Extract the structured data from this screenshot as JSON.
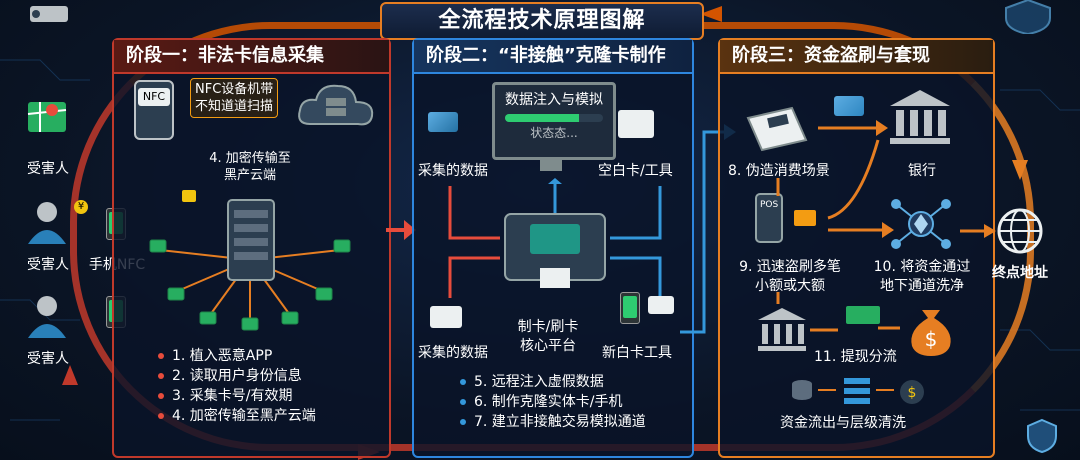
{
  "title": "全流程技术原理图解",
  "victims": [
    {
      "label": "受害人"
    },
    {
      "label": "受害人"
    },
    {
      "label": "手机NFC"
    },
    {
      "label": "受害人"
    }
  ],
  "stage1": {
    "title": "阶段一：非法卡信息采集",
    "nfc_badge": "NFC",
    "nfc_note_line1": "NFC设备机带",
    "nfc_note_line2": "不知道道扫描",
    "cloud_label_line1": "4. 加密传输至",
    "cloud_label_line2": "黑产云端",
    "steps": [
      "1. 植入恶意APP",
      "2. 读取用户身份信息",
      "3. 采集卡号/有效期",
      "4. 加密传输至黑产云端"
    ]
  },
  "stage2": {
    "title": "阶段二：“非接触”克隆卡制作",
    "screen_title": "数据注入与模拟",
    "screen_status": "状态态...",
    "progress": 0.75,
    "collected_top": "采集的数据",
    "blank_card": "空白卡/工具",
    "collected_bottom": "采集的数据",
    "platform_line1": "制卡/刷卡",
    "platform_line2": "核心平台",
    "new_card": "新白卡工具",
    "steps": [
      "5. 远程注入虚假数据",
      "6. 制作克隆实体卡/手机",
      "7. 建立非接触交易模拟通道"
    ]
  },
  "stage3": {
    "title": "阶段三：资金盗刷与套现",
    "pos_badge": "POS",
    "bank": "银行",
    "fake_scene": "8. 伪造消费场景",
    "swipe_line1": "9. 迅速盗刷多笔",
    "swipe_line2": "小额或大额",
    "launder_line1": "10. 将资金通过",
    "launder_line2": "地下通道洗净",
    "cashout": "11. 提现分流",
    "flow_out": "资金流出与层级清洗"
  },
  "endpoint": "终点地址",
  "colors": {
    "stage1": "#c0392b",
    "stage2": "#2e86de",
    "stage3": "#e67e22"
  }
}
